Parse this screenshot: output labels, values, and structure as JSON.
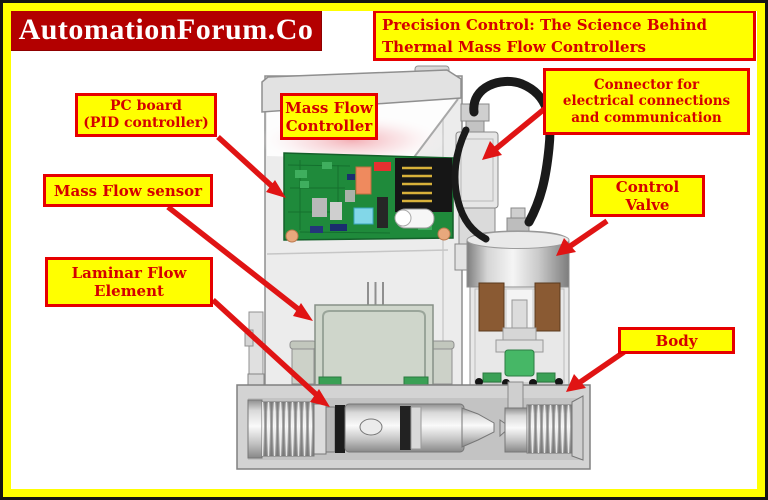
{
  "logo": {
    "text": "AutomationForum.Co"
  },
  "title": {
    "text": "Precision Control: The Science Behind\nThermal Mass Flow Controllers"
  },
  "labels": {
    "pc_board": {
      "text": "PC board\n(PID controller)"
    },
    "mass_flow_controller": {
      "text": "Mass Flow\nController"
    },
    "connector": {
      "text": "Connector for\nelectrical connections\nand communication"
    },
    "mass_flow_sensor": {
      "text": "Mass Flow sensor"
    },
    "control_valve": {
      "text": "Control\nValve"
    },
    "laminar_flow_element": {
      "text": "Laminar Flow\nElement"
    },
    "body": {
      "text": "Body"
    }
  },
  "style": {
    "frame": "#ffff00",
    "label_bg": "#ffff00",
    "label_border": "#e60000",
    "label_text": "#d40000",
    "arrow": "#e01414",
    "logo_bg": "#b30000",
    "logo_text": "#ffffff"
  }
}
